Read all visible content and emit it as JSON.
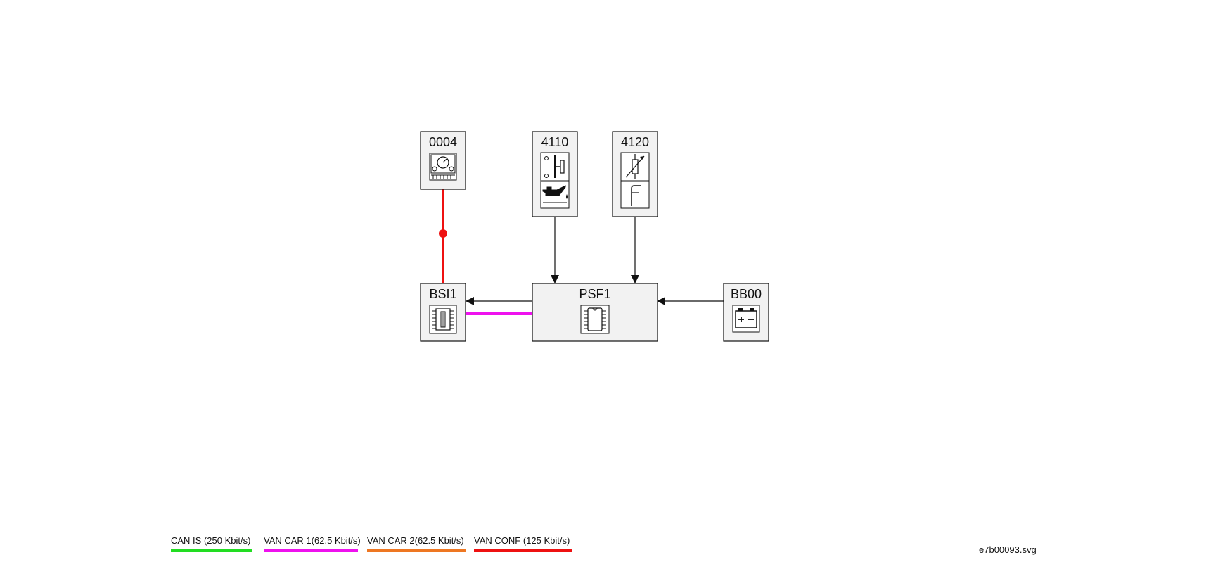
{
  "nodes": {
    "n0004": {
      "label": "0004",
      "icon": "instrument-panel-icon"
    },
    "n4110": {
      "label": "4110",
      "icons": [
        "oil-pressure-switch-icon",
        "oil-can-icon"
      ]
    },
    "n4120": {
      "label": "4120",
      "icons": [
        "variable-resistor-icon",
        "oil-level-probe-icon"
      ]
    },
    "bsi1": {
      "label": "BSI1",
      "icon": "fuse-box-chip-icon"
    },
    "psf1": {
      "label": "PSF1",
      "icon": "chip-icon"
    },
    "bb00": {
      "label": "BB00",
      "icon": "battery-icon"
    }
  },
  "colors": {
    "can_is": "#22dd22",
    "van_car_1": "#ee11ee",
    "van_car_2": "#ee7722",
    "van_conf": "#ee1111",
    "node_fill": "#f2f2f2",
    "wire": "#111111"
  },
  "legend": [
    {
      "label": "CAN IS (250 Kbit/s)",
      "color": "#22dd22"
    },
    {
      "label": "VAN CAR 1(62.5 Kbit/s)",
      "color": "#ee11ee"
    },
    {
      "label": "VAN CAR 2(62.5 Kbit/s)",
      "color": "#ee7722"
    },
    {
      "label": "VAN CONF (125 Kbit/s)",
      "color": "#ee1111"
    }
  ],
  "filename": "e7b00093.svg"
}
